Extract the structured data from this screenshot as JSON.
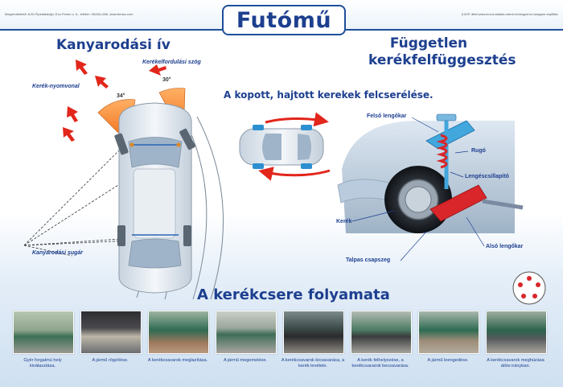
{
  "header": {
    "left_small": "Megrendelhető: 8.50 Ftpedtáskájn, Eco Femrn u. 6., telefon: 06/461-656, www.femac.com",
    "right_small": "A 6/97 által www.ecvos-kiadás-ndere-köcloguerm-haragam eaplitlez",
    "title": "Futómű"
  },
  "turning_arc": {
    "heading": "Kanyarodási ív",
    "label_wheel_angle": "Kerékelfordulási szög",
    "label_track": "Kerék-nyomvonal",
    "label_radius": "Kanyarodási sugár",
    "angle_left": "34°",
    "angle_right": "30°"
  },
  "tire_swap": {
    "heading": "A kopott, hajtott kerekek felcserélése."
  },
  "suspension": {
    "heading_line1": "Független",
    "heading_line2": "kerékfelfüggesztés",
    "label_upper_arm": "Felső lengőkar",
    "label_spring": "Rugó",
    "label_damper": "Lengéscsillapító",
    "label_wheel": "Kerék",
    "label_lower_arm": "Alsó lengőkar",
    "label_kingpin": "Talpas csapszeg"
  },
  "steps": {
    "heading": "A kerékcsere folyamata",
    "captions": [
      "Gyér forgalmú hely kiválasztása.",
      "A jármű rögzítése.",
      "A kerékcsavarok meglazítása.",
      "A jármű megemelése.",
      "A kerékcsavarok kicsavarása, a kerék levétele.",
      "A kerék felhelyezése, a kerékcsavarok becsavarása.",
      "A jármű leengedése.",
      "A kerékcsavarok meghúzása átlós irányban."
    ]
  },
  "colors": {
    "title_blue": "#1d3f8f",
    "sector_orange": "#f07a1e",
    "arrow_red": "#e2261c",
    "suspension_blue": "#41a7dc",
    "suspension_red": "#d8262a"
  }
}
